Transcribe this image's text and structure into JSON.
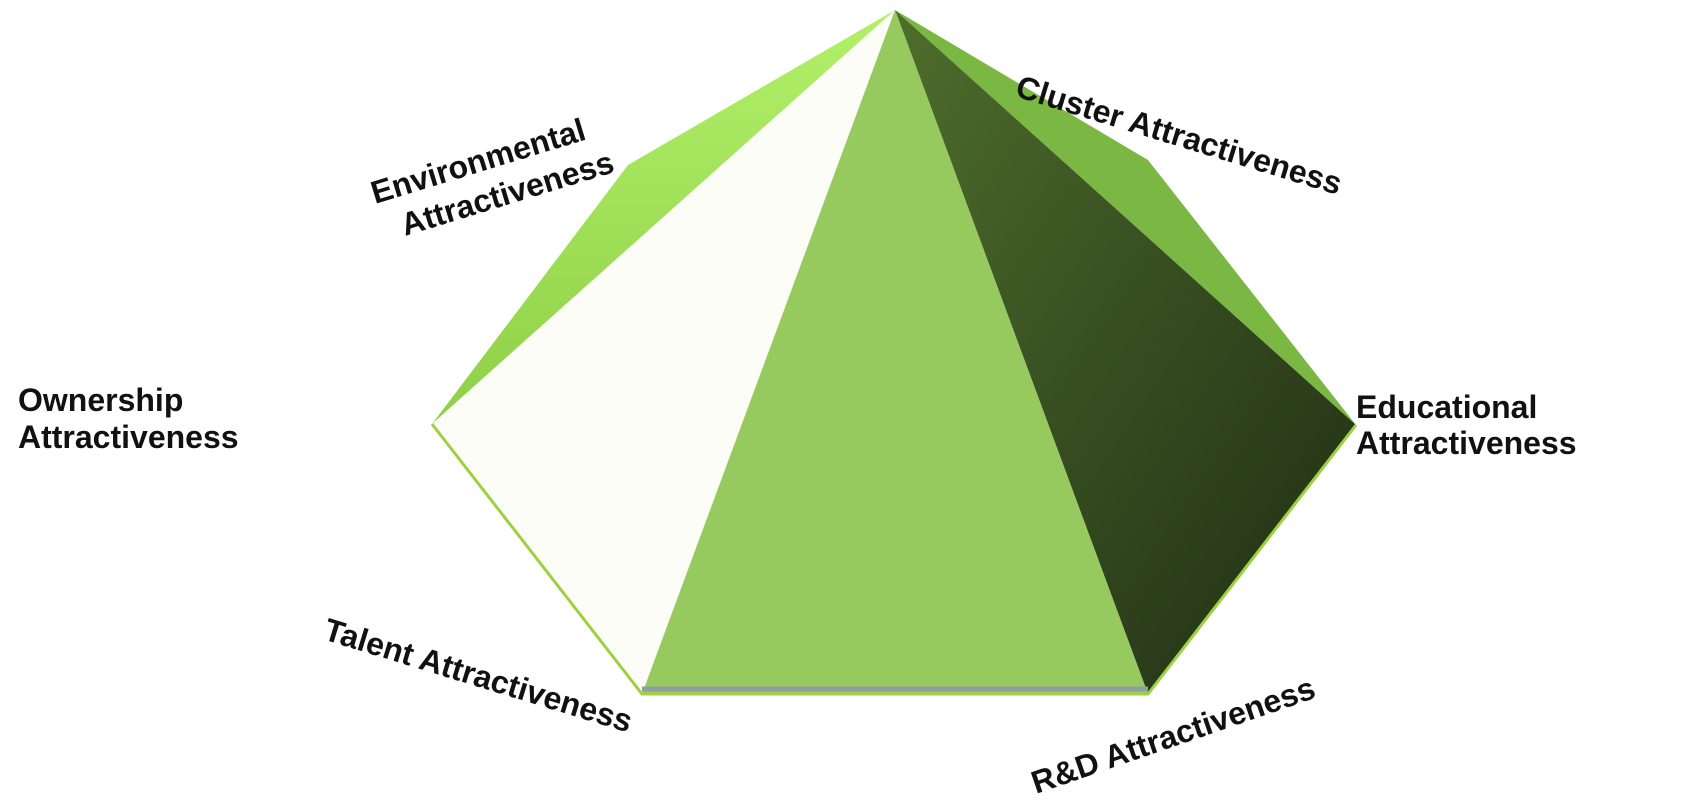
{
  "diagram": {
    "labels": {
      "environmental_line1": "Environmental",
      "environmental_line2": "Attractiveness",
      "cluster": "Cluster Attractiveness",
      "ownership_line1": "Ownership",
      "ownership_line2": "Attractiveness",
      "educational_line1": "Educational",
      "educational_line2": "Attractiveness",
      "talent": "Talent Attractiveness",
      "rnd": "R&D Attractiveness"
    },
    "colors": {
      "face_light_green": "#a9ec60",
      "face_mid_green": "#96c95e",
      "face_dark_green_top": "#4e6e2c",
      "face_dark_green_bottom": "#1f2c14",
      "face_white": "#fdfdf8",
      "face_right_green": "#7ab843",
      "outline": "#9ed040",
      "base_edge": "#8e9fa0"
    }
  }
}
